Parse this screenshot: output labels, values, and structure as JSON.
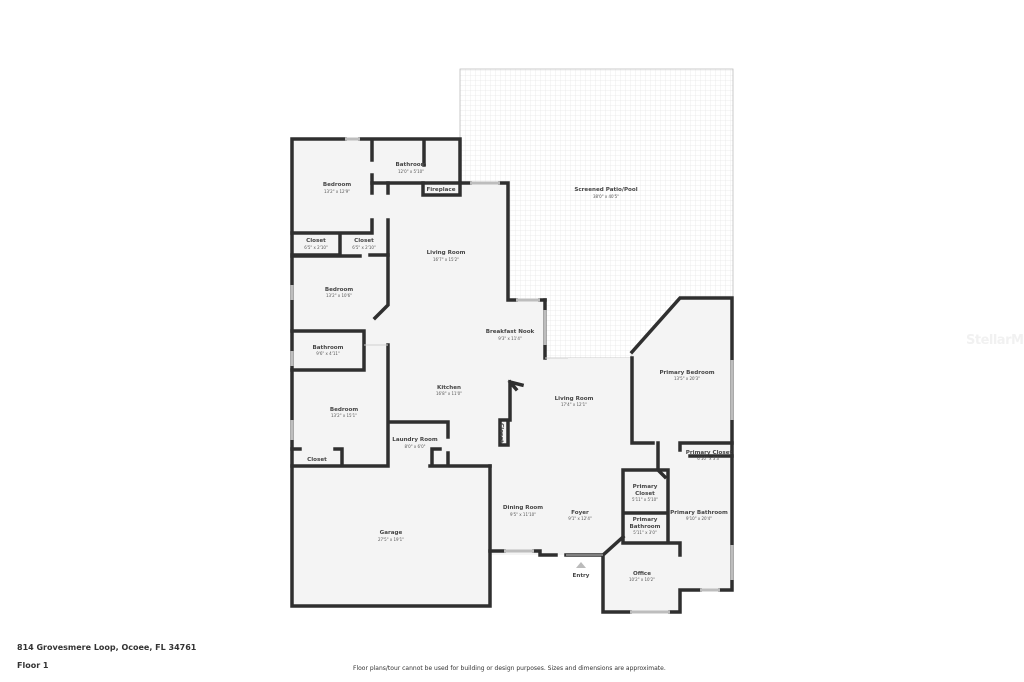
{
  "address": "814 Grovesmere Loop, Ocoee, FL 34761",
  "floor": "Floor 1",
  "disclaimer": "Floor plans/tour cannot be used for building or design purposes. Sizes and dimensions are approximate.",
  "watermark": "StellarMLS",
  "colors": {
    "wall": "#2f2f2f",
    "floor": "#f4f4f4",
    "patio": "#ececec"
  },
  "rooms": {
    "bedroom_nw": {
      "name": "Bedroom",
      "dims": "13'2\" x 12'9\""
    },
    "bathroom_n": {
      "name": "Bathroom",
      "dims": "12'0\" x 5'10\""
    },
    "fireplace": {
      "name": "Fireplace"
    },
    "closet_a": {
      "name": "Closet",
      "dims": "6'5\" x 2'10\""
    },
    "closet_b": {
      "name": "Closet",
      "dims": "6'5\" x 2'10\""
    },
    "living_room": {
      "name": "Living Room",
      "dims": "16'7\" x 15'2\""
    },
    "bedroom_w": {
      "name": "Bedroom",
      "dims": "13'2\" x 10'6\""
    },
    "bathroom_w": {
      "name": "Bathroom",
      "dims": "9'6\" x 4'11\""
    },
    "bedroom_sw": {
      "name": "Bedroom",
      "dims": "13'2\" x 15'1\""
    },
    "closet_sw": {
      "name": "Closet"
    },
    "kitchen": {
      "name": "Kitchen",
      "dims": "16'8\" x 11'0\""
    },
    "breakfast_nook": {
      "name": "Breakfast Nook",
      "dims": "9'3\" x 11'4\""
    },
    "living_room_2": {
      "name": "Living Room",
      "dims": "17'4\" x 12'1\""
    },
    "closet_k": {
      "name": "Closet"
    },
    "laundry": {
      "name": "Laundry Room",
      "dims": "8'0\" x 6'0\""
    },
    "garage": {
      "name": "Garage",
      "dims": "27'5\" x 19'1\""
    },
    "dining": {
      "name": "Dining Room",
      "dims": "9'5\" x 11'10\""
    },
    "foyer": {
      "name": "Foyer",
      "dims": "9'1\" x 12'4\""
    },
    "entry": {
      "name": "Entry"
    },
    "patio": {
      "name": "Screened Patio/Pool",
      "dims": "38'0\" x 40'5\""
    },
    "primary_bedroom": {
      "name": "Primary Bedroom",
      "dims": "13'5\" x 20'3\""
    },
    "primary_closet_1": {
      "name": "Primary Closet",
      "dims": "6'10\" x 3'3\""
    },
    "primary_closet_2": {
      "name1": "Primary",
      "name2": "Closet",
      "dims": "5'11\" x 5'10\""
    },
    "primary_bathroom_1": {
      "name": "Primary Bathroom",
      "dims": "9'10\" x 20'4\""
    },
    "primary_bathroom_2": {
      "name1": "Primary",
      "name2": "Bathroom",
      "dims": "5'11\" x 3'0\""
    },
    "office": {
      "name": "Office",
      "dims": "10'2\" x 10'2\""
    }
  }
}
